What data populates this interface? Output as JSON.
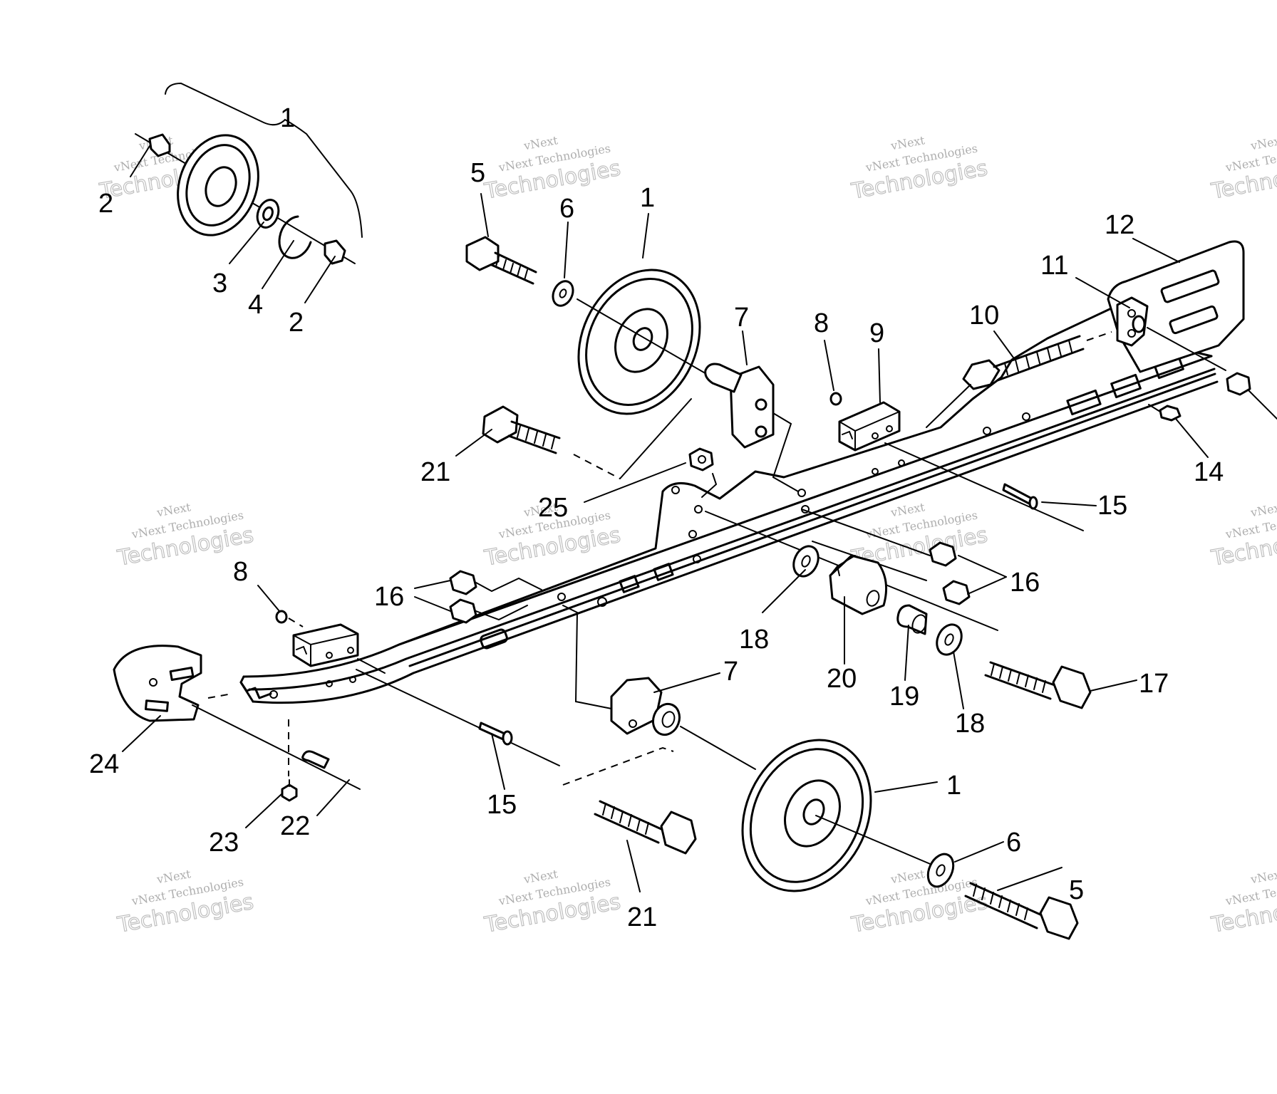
{
  "watermark": {
    "company": "vNext Technologies",
    "word1": "vNext",
    "word2": "Technologies"
  },
  "callouts": [
    {
      "id": "c1-top",
      "label": "1"
    },
    {
      "id": "c2-left",
      "label": "2"
    },
    {
      "id": "c3",
      "label": "3"
    },
    {
      "id": "c4",
      "label": "4"
    },
    {
      "id": "c2-right",
      "label": "2"
    },
    {
      "id": "c5-top",
      "label": "5"
    },
    {
      "id": "c6-top",
      "label": "6"
    },
    {
      "id": "c1-mid",
      "label": "1"
    },
    {
      "id": "c7-top",
      "label": "7"
    },
    {
      "id": "c8-top",
      "label": "8"
    },
    {
      "id": "c9",
      "label": "9"
    },
    {
      "id": "c10",
      "label": "10"
    },
    {
      "id": "c11",
      "label": "11"
    },
    {
      "id": "c12",
      "label": "12"
    },
    {
      "id": "c14",
      "label": "14"
    },
    {
      "id": "c15-right",
      "label": "15"
    },
    {
      "id": "c21-top",
      "label": "21"
    },
    {
      "id": "c25",
      "label": "25"
    },
    {
      "id": "c16-left",
      "label": "16"
    },
    {
      "id": "c16-right",
      "label": "16"
    },
    {
      "id": "c8-left",
      "label": "8"
    },
    {
      "id": "c18-left",
      "label": "18"
    },
    {
      "id": "c20",
      "label": "20"
    },
    {
      "id": "c19",
      "label": "19"
    },
    {
      "id": "c18-right",
      "label": "18"
    },
    {
      "id": "c17",
      "label": "17"
    },
    {
      "id": "c7-bottom",
      "label": "7"
    },
    {
      "id": "c24",
      "label": "24"
    },
    {
      "id": "c15-bottom",
      "label": "15"
    },
    {
      "id": "c23",
      "label": "23"
    },
    {
      "id": "c22",
      "label": "22"
    },
    {
      "id": "c1-bottom",
      "label": "1"
    },
    {
      "id": "c6-bottom",
      "label": "6"
    },
    {
      "id": "c5-bottom",
      "label": "5"
    },
    {
      "id": "c21-bottom",
      "label": "21"
    }
  ]
}
